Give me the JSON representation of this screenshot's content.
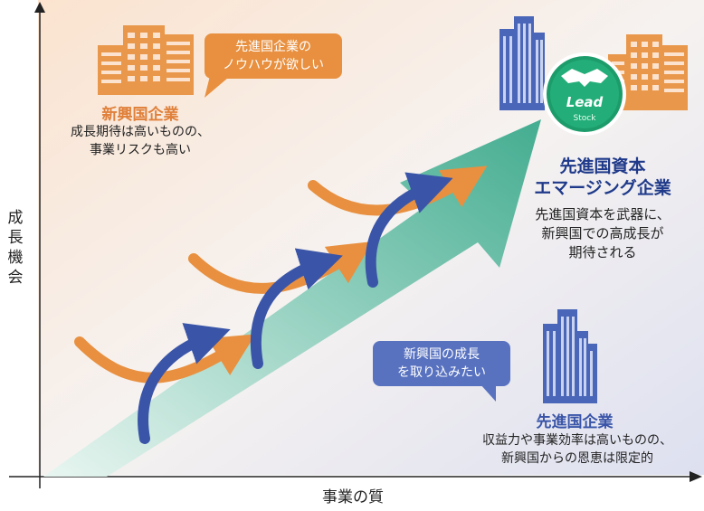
{
  "emerging": {
    "title": "新興国企業",
    "desc_line1": "成長期待は高いものの、",
    "desc_line2": "事業リスクも高い"
  },
  "bubble_emerging": {
    "line1": "先進国企業の",
    "line2": "ノウハウが欲しい"
  },
  "lead": {
    "title_line1": "先進国資本",
    "title_line2": "エマージング企業",
    "desc_line1": "先進国資本を武器に、",
    "desc_line2": "新興国での高成長が",
    "desc_line3": "期待される",
    "logo_text": "Lead",
    "logo_sub": "Stock"
  },
  "bubble_developed": {
    "line1": "新興国の成長",
    "line2": "を取り込みたい"
  },
  "developed": {
    "title": "先進国企業",
    "desc_line1": "収益力や事業効率は高いものの、",
    "desc_line2": "新興国からの恩恵は限定的"
  },
  "axes": {
    "y_label": "成長機会",
    "x_label": "事業の質"
  },
  "colors": {
    "orange": "#e8903f",
    "navy": "#3a55a8",
    "teal": "#2aa58a",
    "building_orange": "#e9974a",
    "building_blue": "#4a66b8"
  }
}
